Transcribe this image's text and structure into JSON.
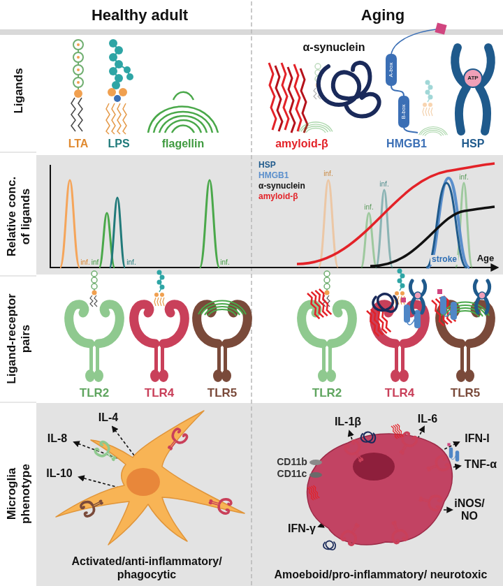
{
  "diagram": {
    "nodes": [
      {
        "text": [
          "Activated/anti-inflammatory/ phagocytic"
        ]
      },
      {
        "text": [
          "Amoeboid/pro-inflammatory/ neurotoxic"
        ]
      }
    ],
    "labels": [
      "Healthy adult",
      "Aging",
      "Ligands",
      "Relative conc. of ligands",
      "Ligand-receptor pairs",
      "Microglia phenotype",
      "LTA",
      "LPS",
      "flagellin",
      "α-synuclein",
      "amyloid-β",
      "HMGB1",
      "HSP",
      "A-box",
      "B-box",
      "ATP",
      "inf.",
      "inf",
      "inf.",
      "inf.",
      "inf.",
      "inf.",
      "inf.",
      "inf.",
      "stroke",
      "Age",
      "TLR2",
      "TLR4",
      "TLR5",
      "TLR2",
      "TLR4",
      "TLR5",
      "IL-8",
      "IL-4",
      "IL-10",
      "IL-1β",
      "IL-6",
      "IFN-I",
      "TNF-α",
      "CD11b",
      "CD11c",
      "IFN-γ",
      "iNOS/ NO"
    ],
    "legend": [
      {
        "text": "HSP",
        "color": "#1f5a8c"
      },
      {
        "text": "HMGB1",
        "color": "#5b8fcc"
      },
      {
        "text": "α-synuclein",
        "color": "#111111"
      },
      {
        "text": "amyloid-β",
        "color": "#e32228"
      }
    ]
  }
}
